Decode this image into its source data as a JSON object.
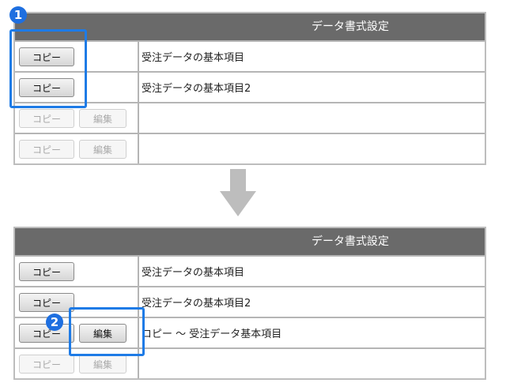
{
  "header": "データ書式設定",
  "copy_label": "コピー",
  "edit_label": "編集",
  "before": {
    "rows": [
      "受注データの基本項目",
      "受注データの基本項目2",
      "",
      ""
    ]
  },
  "after": {
    "rows": [
      "受注データの基本項目",
      "受注データの基本項目2",
      "コピー ～ 受注データ基本項目",
      ""
    ]
  },
  "badges": [
    "1",
    "2"
  ],
  "colors": {
    "accent": "#1e7be6",
    "header": "#6a6a6a"
  }
}
